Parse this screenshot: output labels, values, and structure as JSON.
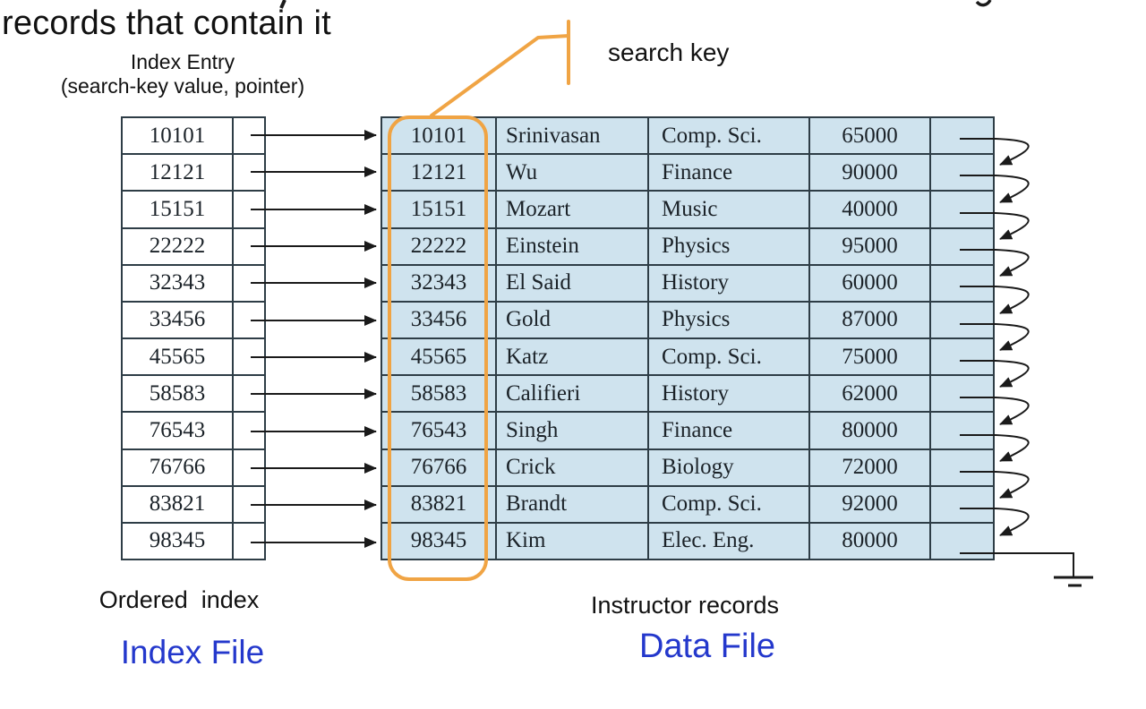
{
  "title": "records that contain it",
  "labels": {
    "index_entry_line1": "Index Entry",
    "index_entry_line2": "(search-key value, pointer)",
    "search_key": "search key",
    "ordered_index": "Ordered  index",
    "instructor_records": "Instructor records",
    "index_file": "Index File",
    "data_file": "Data File"
  },
  "colors": {
    "table_fill": "#cfe3ee",
    "table_border": "#2e3d46",
    "highlight_orange": "#f0a444",
    "file_label_blue": "#2438cc",
    "text_black": "#111111"
  },
  "index_file": {
    "values": [
      "10101",
      "12121",
      "15151",
      "22222",
      "32343",
      "33456",
      "45565",
      "58583",
      "76543",
      "76766",
      "83821",
      "98345"
    ]
  },
  "data_file": {
    "rows": [
      {
        "id": "10101",
        "name": "Srinivasan",
        "dept": "Comp. Sci.",
        "salary": "65000"
      },
      {
        "id": "12121",
        "name": "Wu",
        "dept": "Finance",
        "salary": "90000"
      },
      {
        "id": "15151",
        "name": "Mozart",
        "dept": "Music",
        "salary": "40000"
      },
      {
        "id": "22222",
        "name": "Einstein",
        "dept": "Physics",
        "salary": "95000"
      },
      {
        "id": "32343",
        "name": "El Said",
        "dept": "History",
        "salary": "60000"
      },
      {
        "id": "33456",
        "name": "Gold",
        "dept": "Physics",
        "salary": "87000"
      },
      {
        "id": "45565",
        "name": "Katz",
        "dept": "Comp. Sci.",
        "salary": "75000"
      },
      {
        "id": "58583",
        "name": "Califieri",
        "dept": "History",
        "salary": "62000"
      },
      {
        "id": "76543",
        "name": "Singh",
        "dept": "Finance",
        "salary": "80000"
      },
      {
        "id": "76766",
        "name": "Crick",
        "dept": "Biology",
        "salary": "72000"
      },
      {
        "id": "83821",
        "name": "Brandt",
        "dept": "Comp. Sci.",
        "salary": "92000"
      },
      {
        "id": "98345",
        "name": "Kim",
        "dept": "Elec. Eng.",
        "salary": "80000"
      }
    ]
  }
}
